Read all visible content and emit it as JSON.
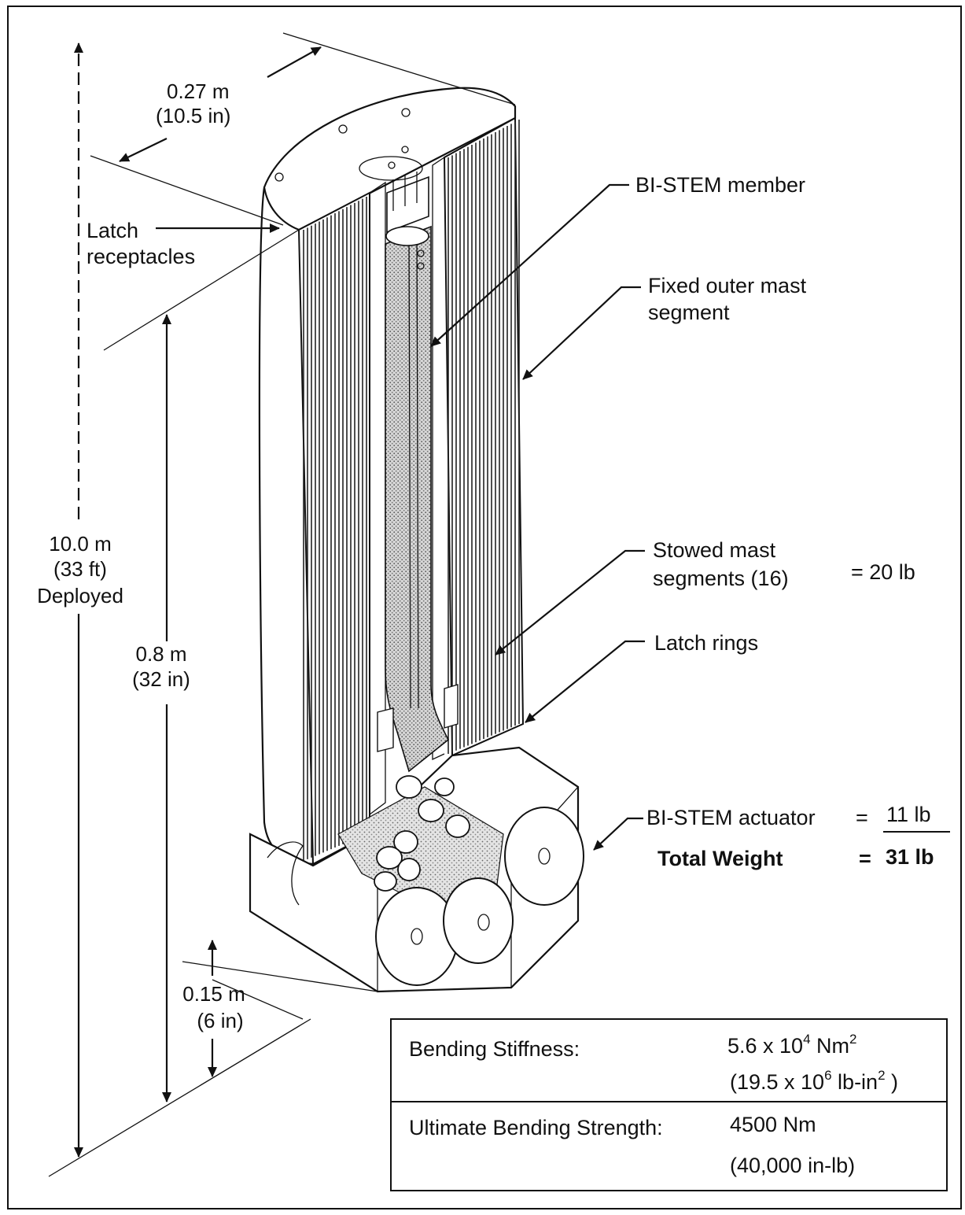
{
  "labels": {
    "width_m": "0.27 m",
    "width_in": "(10.5 in)",
    "latch_receptacles_1": "Latch",
    "latch_receptacles_2": "receptacles",
    "bistem_member": "BI-STEM member",
    "fixed_outer_1": "Fixed outer mast",
    "fixed_outer_2": "segment",
    "deployed_m": "10.0 m",
    "deployed_ft": "(33 ft)",
    "deployed_word": "Deployed",
    "stowed_height_m": "0.8 m",
    "stowed_height_in": "(32 in)",
    "stowed_segments_1": "Stowed mast",
    "stowed_segments_2": "segments (16)",
    "stowed_weight": "= 20 lb",
    "latch_rings": "Latch rings",
    "actuator_label": "BI-STEM actuator",
    "actuator_eq": "=",
    "actuator_weight": "11 lb",
    "total_label": "Total Weight",
    "total_eq": "=",
    "total_weight": "31 lb",
    "actuator_height_m": "0.15 m",
    "actuator_height_in": "(6 in)"
  },
  "properties": {
    "stiffness_label": "Bending Stiffness:",
    "stiffness_si_base": "5.6 x 10",
    "stiffness_si_exp": "4",
    "stiffness_si_unit": " Nm",
    "stiffness_si_unit_exp": "2",
    "stiffness_imp_base": "(19.5 x 10",
    "stiffness_imp_exp": "6",
    "stiffness_imp_unit": " lb-in",
    "stiffness_imp_unit_exp": "2",
    "stiffness_imp_close": " )",
    "strength_label": "Ultimate Bending Strength:",
    "strength_si": "4500 Nm",
    "strength_imp": "(40,000 in-lb)"
  }
}
